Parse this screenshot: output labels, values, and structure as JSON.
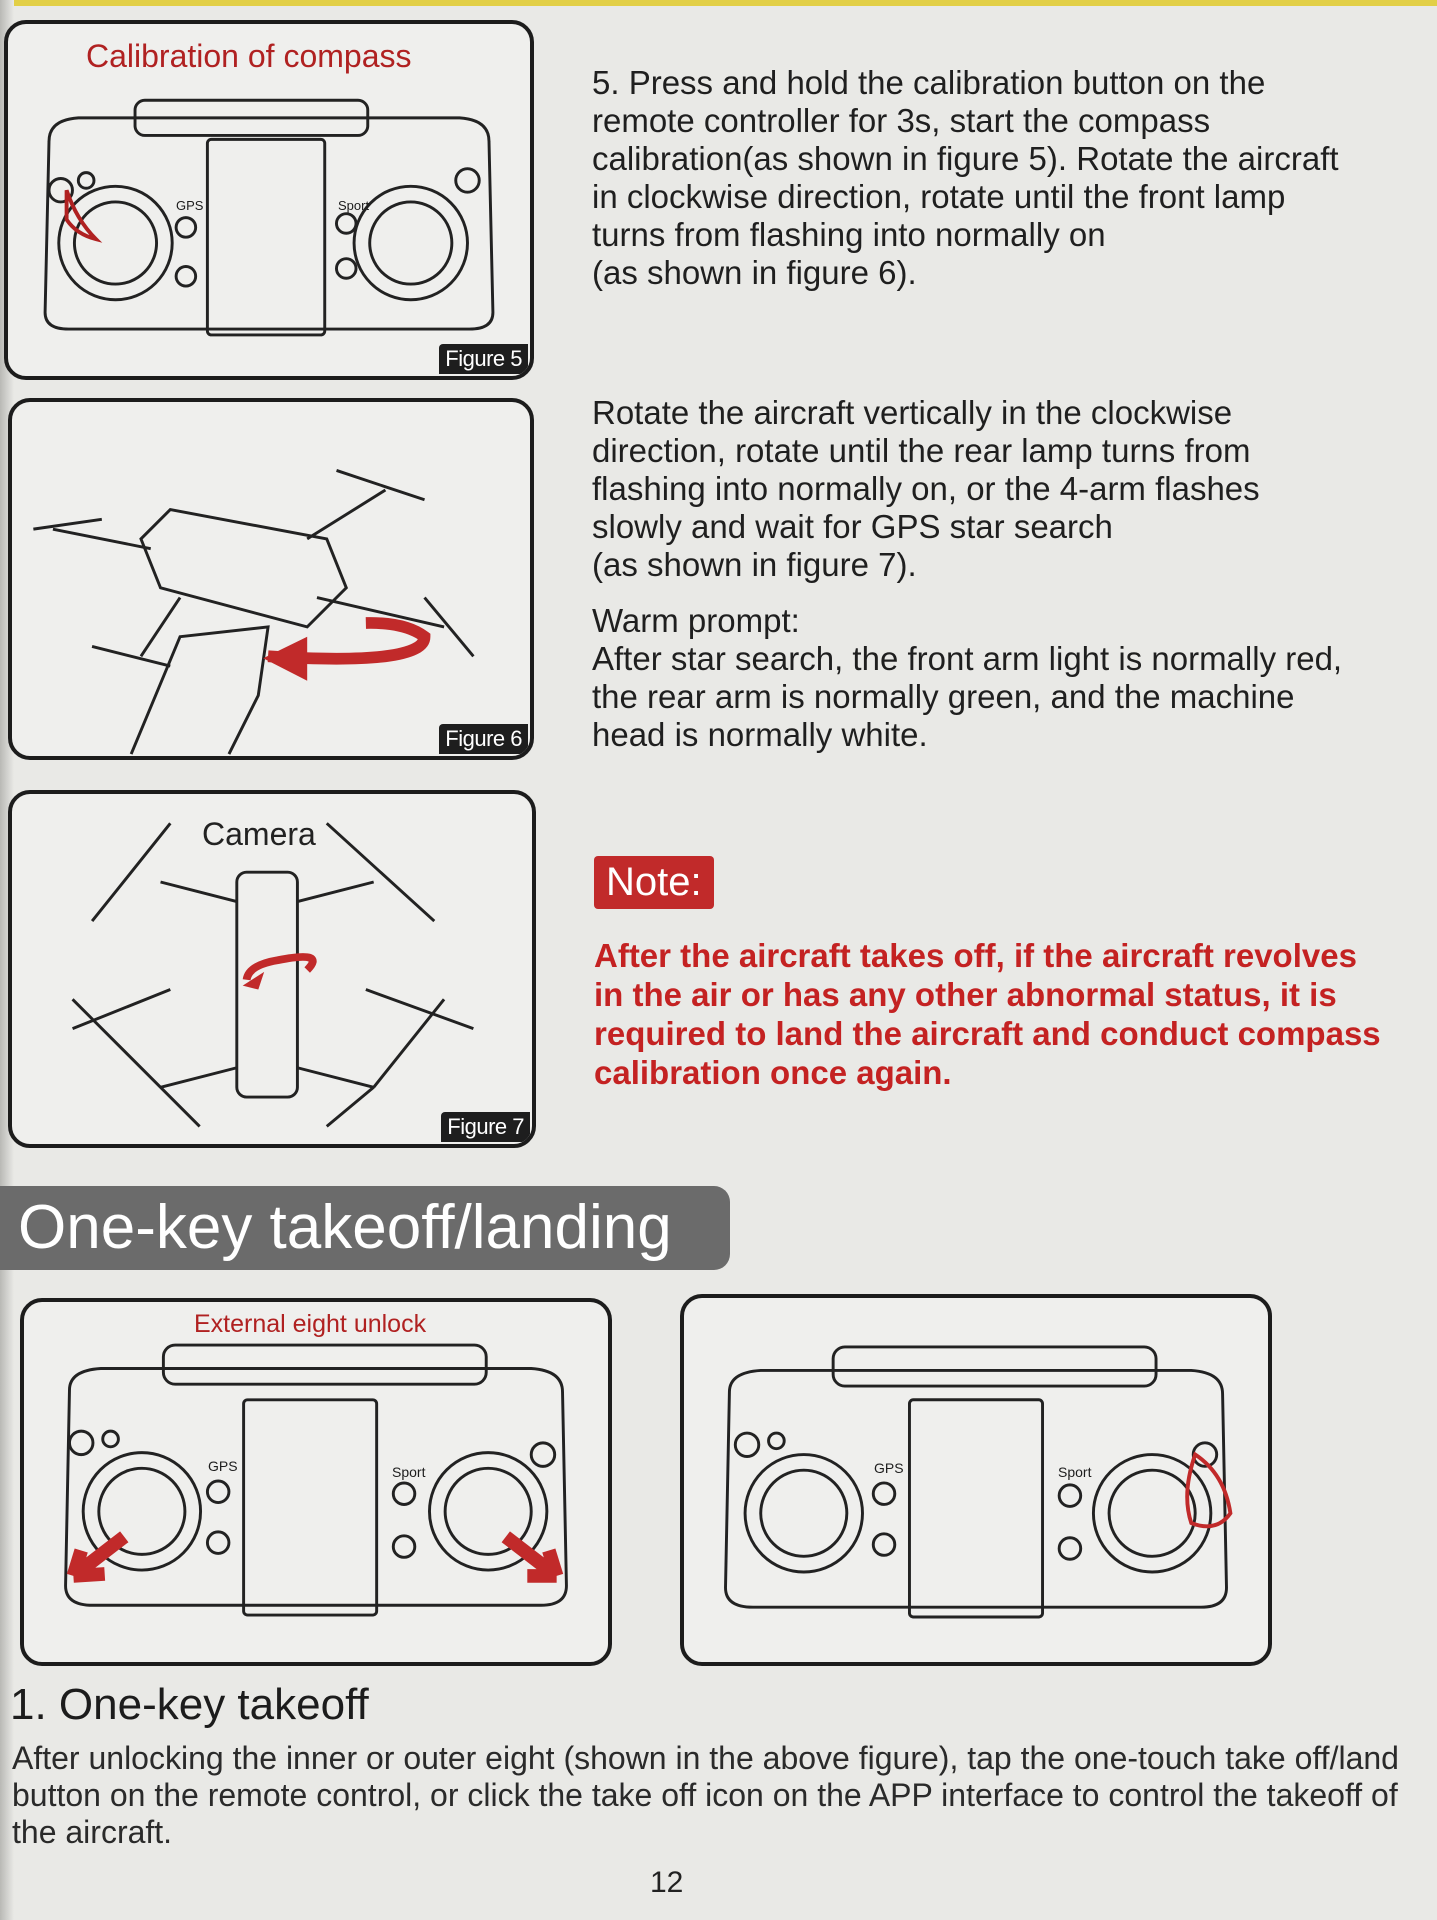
{
  "figures": {
    "fig5": {
      "title": "Calibration of compass",
      "tag": "Figure 5"
    },
    "fig6": {
      "tag": "Figure 6"
    },
    "fig7": {
      "label": "Camera",
      "tag": "Figure 7"
    },
    "fig8": {
      "title": "External eight unlock"
    }
  },
  "remote_labels": {
    "gps": "GPS",
    "sport": "Sport"
  },
  "step5_text": "5. Press and hold the calibration button on the\nremote controller for 3s, start the compass\ncalibration(as shown in figure 5). Rotate the aircraft\nin clockwise direction, rotate until the front lamp\nturns from flashing into normally on\n(as shown in figure 6).",
  "rotate_text": "Rotate the aircraft vertically in the clockwise\ndirection, rotate until the rear lamp turns from\nflashing into normally on, or the 4-arm flashes\nslowly and wait for GPS star search\n(as shown in figure 7).",
  "warm_prompt": "Warm prompt:\nAfter star search, the front arm light is normally red,\nthe rear arm is normally green, and the machine\nhead is normally white.",
  "note": {
    "label": "Note:",
    "text": "After the aircraft takes off, if the aircraft revolves in the air or has any other abnormal status, it is required to land the aircraft and conduct compass calibration once again."
  },
  "section_title": "One-key takeoff/landing",
  "subsection": {
    "title": "1. One-key takeoff",
    "body": "After unlocking the inner or outer eight (shown in the above figure), tap the one-touch take off/land button on the remote control, or click the take off icon on the APP interface to control the takeoff of the aircraft."
  },
  "page_number": "12",
  "colors": {
    "accent_red": "#c12a2a",
    "banner_gray": "#6b6b6b"
  }
}
